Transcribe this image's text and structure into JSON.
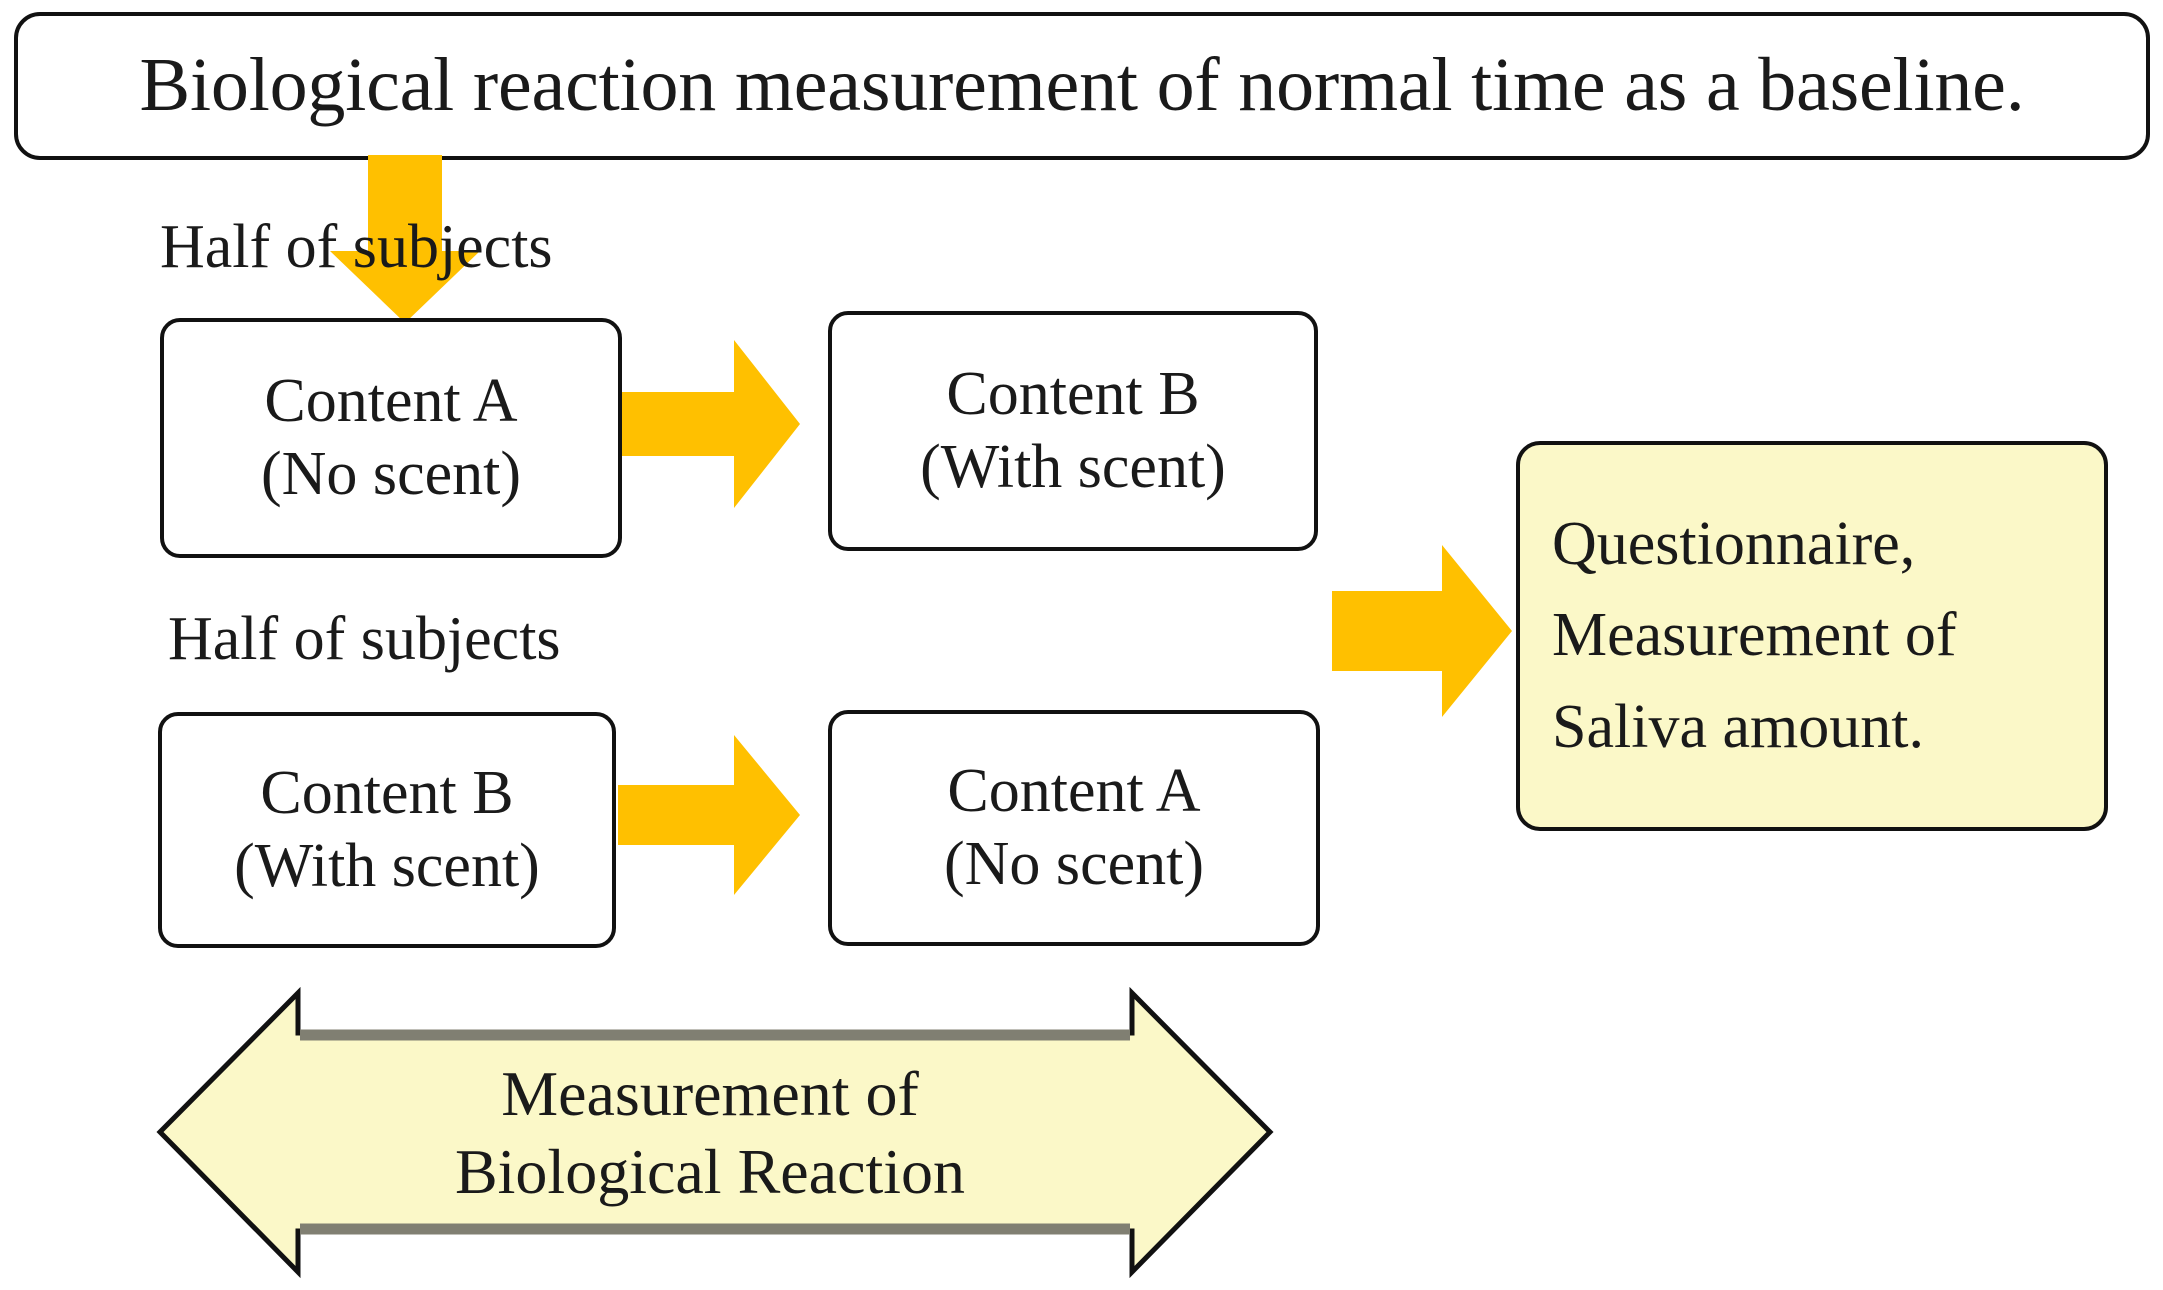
{
  "diagram": {
    "title_box": {
      "text": "Biological reaction measurement of normal time as a baseline."
    },
    "groups": [
      {
        "label": "Half of subjects",
        "first": {
          "line1": "Content A",
          "line2": "(No scent)"
        },
        "second": {
          "line1": "Content B",
          "line2": "(With scent)"
        }
      },
      {
        "label": "Half of subjects",
        "first": {
          "line1": "Content B",
          "line2": "(With scent)"
        },
        "second": {
          "line1": "Content A",
          "line2": "(No scent)"
        }
      }
    ],
    "outcome_box": {
      "line1": "Questionnaire,",
      "line2": "Measurement of",
      "line3": "Saliva amount."
    },
    "span_arrow": {
      "line1": "Measurement of",
      "line2": "Biological Reaction"
    },
    "colors": {
      "arrow_orange": "#FFC000",
      "pale_yellow": "#FBF8C8",
      "outline_black": "#111111",
      "shaft_shadow_gray": "#807F72"
    }
  }
}
